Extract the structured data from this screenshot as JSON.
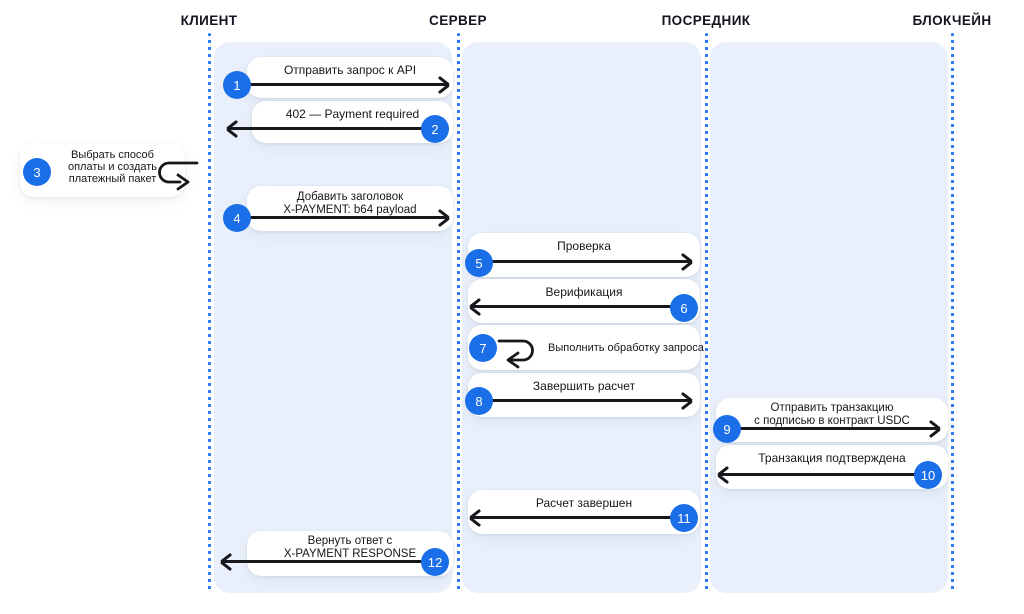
{
  "diagram": {
    "type": "sequence-diagram",
    "actors": [
      {
        "name": "КЛИЕНТ"
      },
      {
        "name": "СЕРВЕР"
      },
      {
        "name": "ПОСРЕДНИК"
      },
      {
        "name": "БЛОКЧЕЙН"
      }
    ],
    "messages": [
      {
        "num": "1",
        "label": "Отправить запрос к API",
        "from": "КЛИЕНТ",
        "to": "СЕРВЕР",
        "kind": "arrow-right"
      },
      {
        "num": "2",
        "label": "402 — Payment required",
        "from": "СЕРВЕР",
        "to": "КЛИЕНТ",
        "kind": "arrow-left"
      },
      {
        "num": "3",
        "label": "Выбрать способ\nоплаты и создать\nплатежный пакет",
        "from": "КЛИЕНТ",
        "to": "КЛИЕНТ",
        "kind": "self-loop"
      },
      {
        "num": "4",
        "label": "Добавить заголовок\nX-PAYMENT: b64 payload",
        "from": "КЛИЕНТ",
        "to": "СЕРВЕР",
        "kind": "arrow-right"
      },
      {
        "num": "5",
        "label": "Проверка",
        "from": "СЕРВЕР",
        "to": "ПОСРЕДНИК",
        "kind": "arrow-right"
      },
      {
        "num": "6",
        "label": "Верификация",
        "from": "ПОСРЕДНИК",
        "to": "СЕРВЕР",
        "kind": "arrow-left"
      },
      {
        "num": "7",
        "label": "Выполнить обработку запроса",
        "from": "СЕРВЕР",
        "to": "СЕРВЕР",
        "kind": "self-loop"
      },
      {
        "num": "8",
        "label": "Завершить расчет",
        "from": "СЕРВЕР",
        "to": "ПОСРЕДНИК",
        "kind": "arrow-right"
      },
      {
        "num": "9",
        "label": "Отправить транзакцию\nс подписью в контракт USDC",
        "from": "ПОСРЕДНИК",
        "to": "БЛОКЧЕЙН",
        "kind": "arrow-right"
      },
      {
        "num": "10",
        "label": "Транзакция подтверждена",
        "from": "БЛОКЧЕЙН",
        "to": "ПОСРЕДНИК",
        "kind": "arrow-left"
      },
      {
        "num": "11",
        "label": "Расчет завершен",
        "from": "ПОСРЕДНИК",
        "to": "СЕРВЕР",
        "kind": "arrow-left"
      },
      {
        "num": "12",
        "label": "Вернуть ответ с\nX-PAYMENT RESPONSE",
        "from": "СЕРВЕР",
        "to": "КЛИЕНТ",
        "kind": "arrow-left"
      }
    ],
    "colors": {
      "badge_blue": "#1a6fe8",
      "lifeline_blue": "#2f7bf2",
      "panel_light_blue": "#e9f0fc",
      "arrow_black": "#16181c",
      "bubble_white": "#ffffff"
    }
  }
}
